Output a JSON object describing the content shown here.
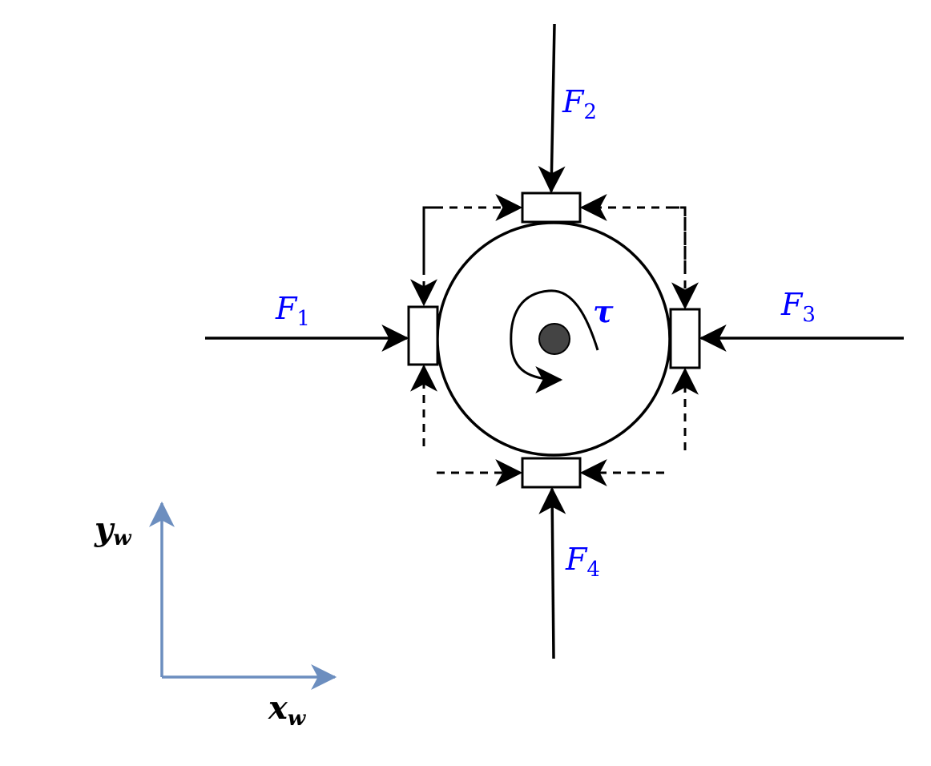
{
  "forces": {
    "f1": {
      "symbol": "F",
      "sub": "1"
    },
    "f2": {
      "symbol": "F",
      "sub": "2"
    },
    "f3": {
      "symbol": "F",
      "sub": "3"
    },
    "f4": {
      "symbol": "F",
      "sub": "4"
    }
  },
  "torque": {
    "symbol": "τ"
  },
  "axes": {
    "x": {
      "symbol": "x",
      "sub": "w"
    },
    "y": {
      "symbol": "y",
      "sub": "w"
    }
  },
  "colors": {
    "label": "#0000ff",
    "axis": "#6c8ebf",
    "stroke": "#000000",
    "hub": "#444444"
  }
}
